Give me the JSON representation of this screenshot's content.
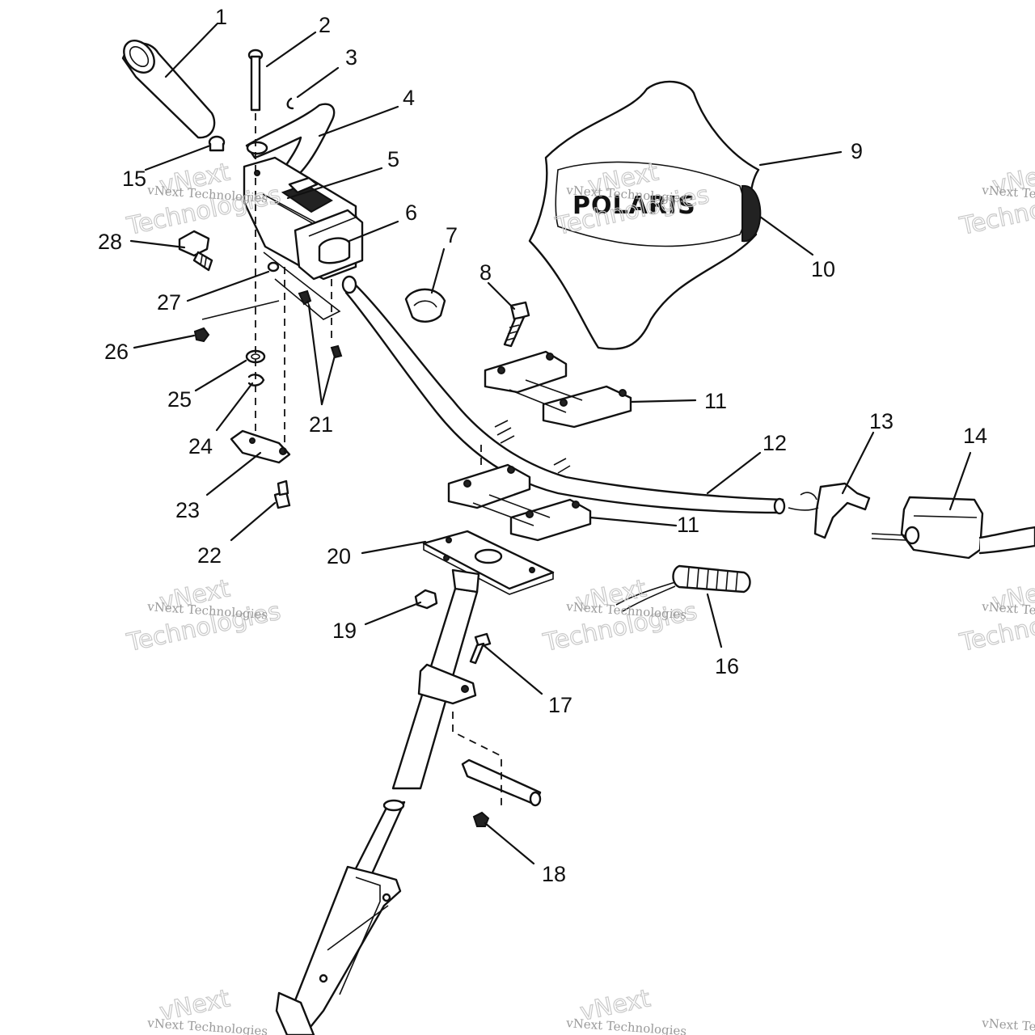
{
  "callouts": {
    "c1": "1",
    "c2": "2",
    "c3": "3",
    "c4": "4",
    "c5": "5",
    "c6": "6",
    "c7": "7",
    "c8": "8",
    "c9": "9",
    "c10": "10",
    "c11a": "11",
    "c11b": "11",
    "c12": "12",
    "c13": "13",
    "c14": "14",
    "c15": "15",
    "c16": "16",
    "c17": "17",
    "c18": "18",
    "c19": "19",
    "c20": "20",
    "c21": "21",
    "c22": "22",
    "c23": "23",
    "c24": "24",
    "c25": "25",
    "c26": "26",
    "c27": "27",
    "c28": "28"
  },
  "pad_logo": "POLARIS",
  "watermark": {
    "line1": "vNext Technologies",
    "line2": "vNext",
    "line3": "Technologies"
  }
}
